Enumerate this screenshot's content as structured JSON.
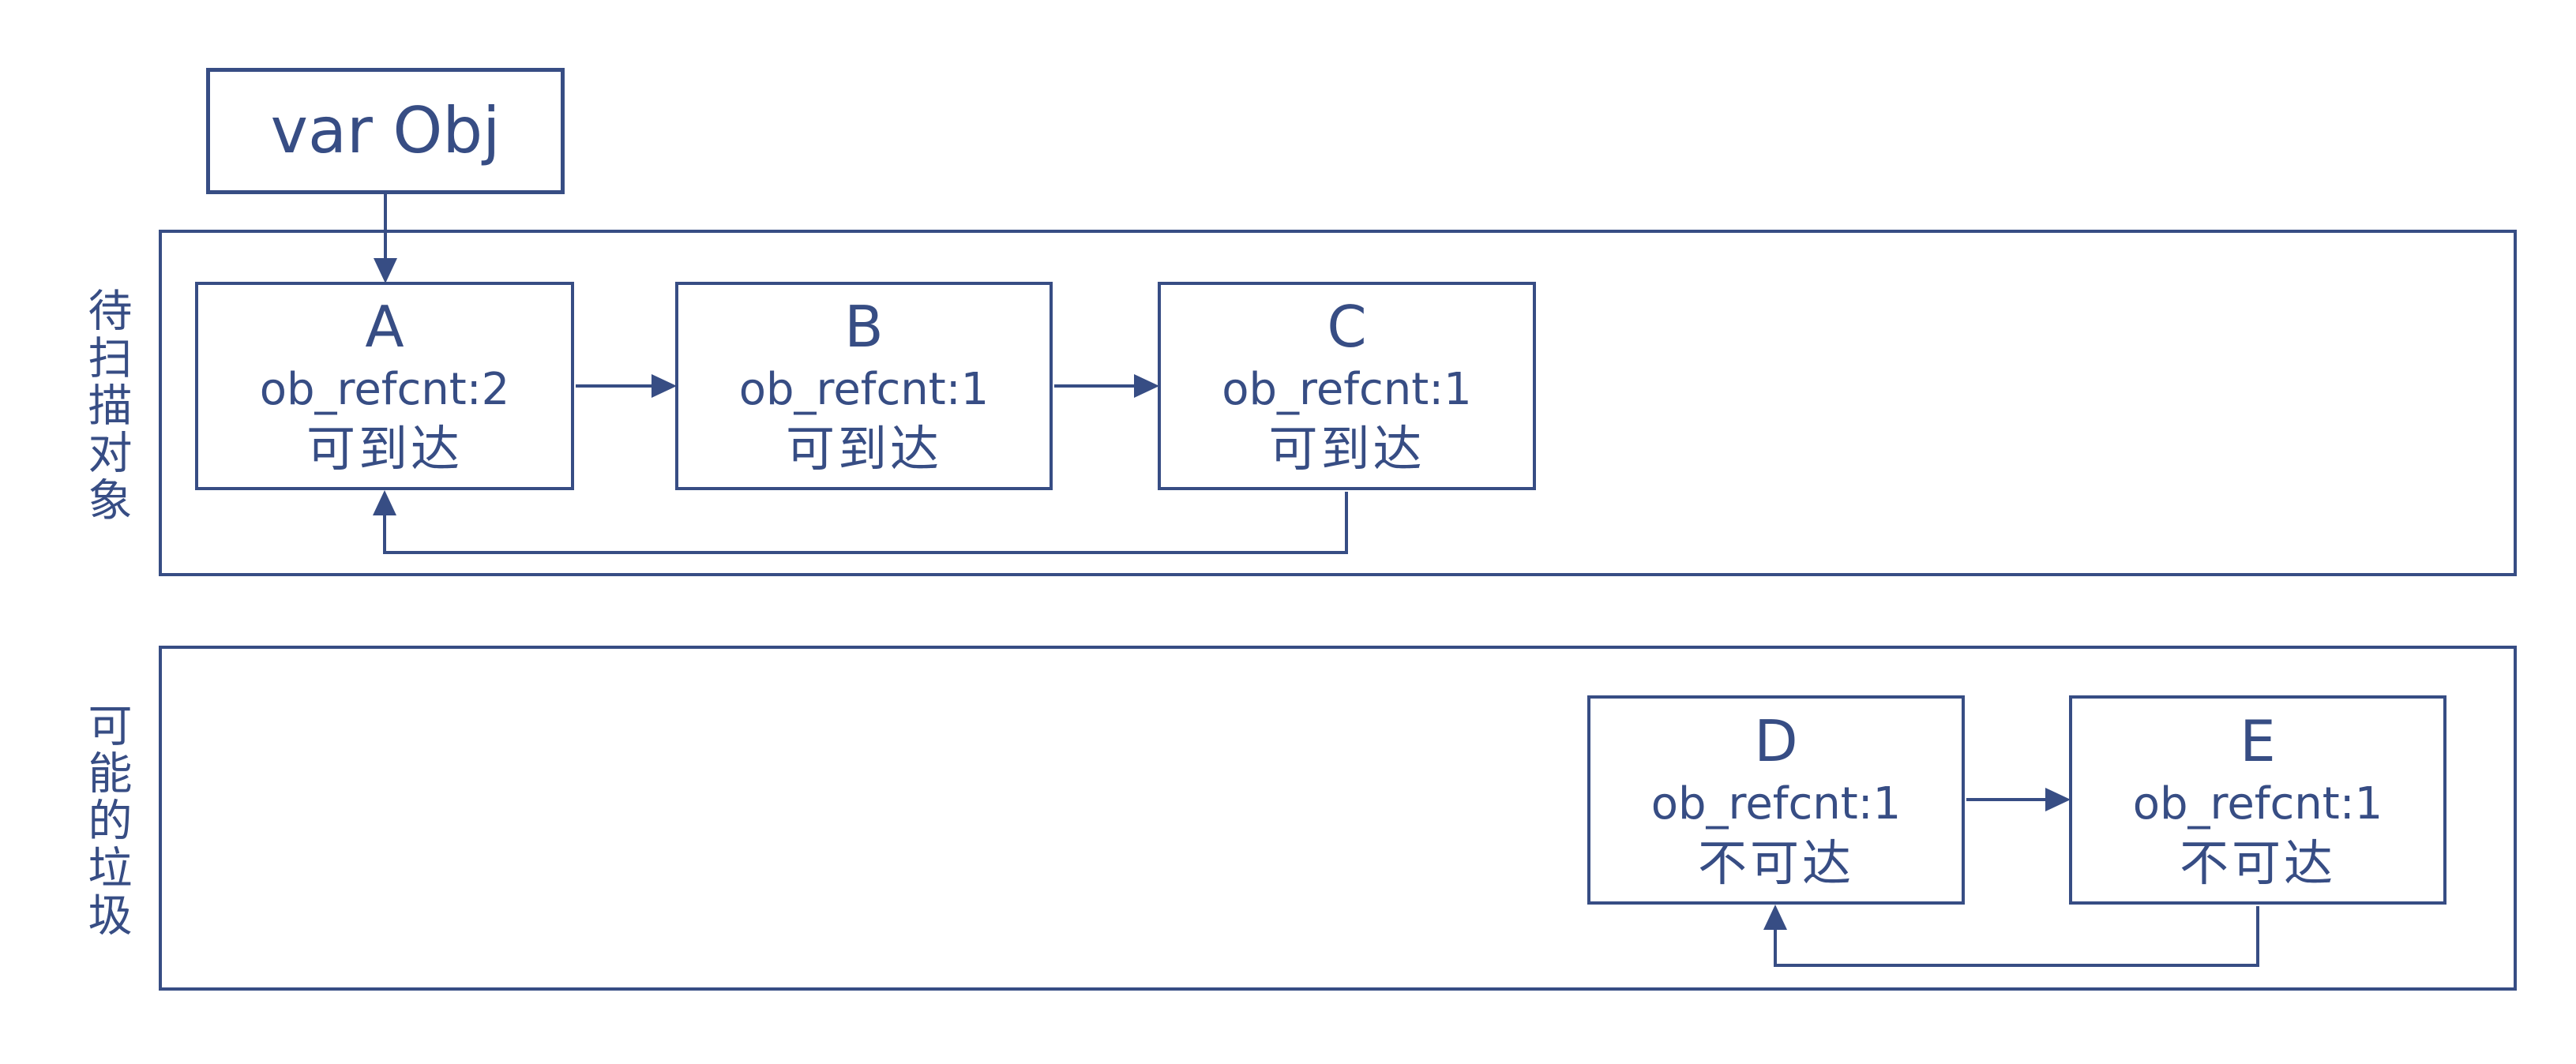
{
  "diagram": {
    "colors": {
      "stroke": "#374D84",
      "background": "#FFFFFF"
    },
    "var_obj": {
      "label": "var Obj"
    },
    "groups": [
      {
        "label": "待扫描对象"
      },
      {
        "label": "可能的垃圾"
      }
    ],
    "nodes": [
      {
        "title": "A",
        "refcnt": "ob_refcnt:2",
        "status": "可到达"
      },
      {
        "title": "B",
        "refcnt": "ob_refcnt:1",
        "status": "可到达"
      },
      {
        "title": "C",
        "refcnt": "ob_refcnt:1",
        "status": "可到达"
      },
      {
        "title": "D",
        "refcnt": "ob_refcnt:1",
        "status": "不可达"
      },
      {
        "title": "E",
        "refcnt": "ob_refcnt:1",
        "status": "不可达"
      }
    ]
  }
}
